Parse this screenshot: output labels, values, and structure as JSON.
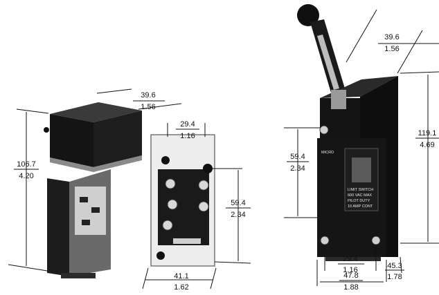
{
  "figure": {
    "switch_side_view": {
      "dims": [
        {
          "mm": "39.6",
          "in": "1.56"
        },
        {
          "mm": "106.7",
          "in": "4.20"
        }
      ]
    },
    "switch_open_view": {
      "dims": [
        {
          "mm": "29.4",
          "in": "1.16"
        },
        {
          "mm": "59.4",
          "in": "2.34"
        },
        {
          "mm": "41.1",
          "in": "1.62"
        }
      ]
    },
    "switch_lever_view": {
      "nameplate": [
        "MICRO",
        "LIMIT SWITCH",
        "600 VAC MAX",
        "PILOT DUTY",
        "10 AMP CONT"
      ],
      "dims": [
        {
          "mm": "39.6",
          "in": "1.56"
        },
        {
          "mm": "119.1",
          "in": "4.69"
        },
        {
          "mm": "59.4",
          "in": "2.34"
        },
        {
          "mm": "29.4",
          "in": "1.16"
        },
        {
          "mm": "45.3",
          "in": "1.78"
        },
        {
          "mm": "47.8",
          "in": "1.88"
        }
      ]
    }
  }
}
